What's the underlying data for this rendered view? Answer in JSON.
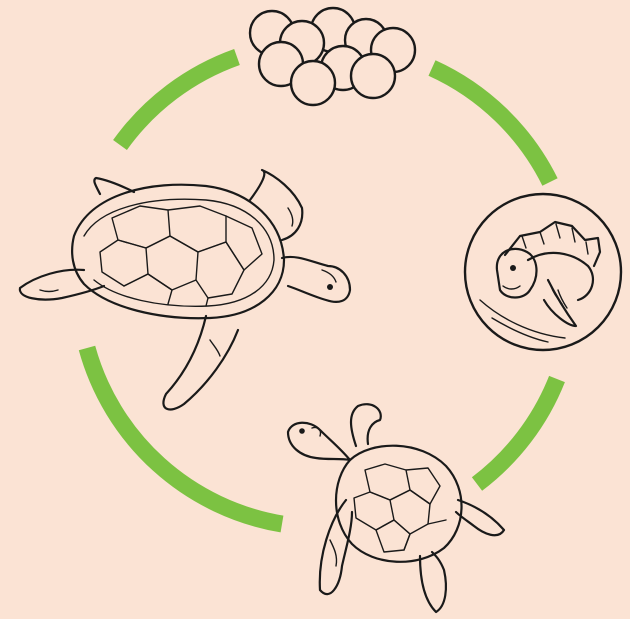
{
  "diagram": {
    "stages": [
      {
        "name": "eggs-stage",
        "icon": "turtle-eggs-icon"
      },
      {
        "name": "hatching-stage",
        "icon": "hatchling-in-egg-icon"
      },
      {
        "name": "juvenile-stage",
        "icon": "young-turtle-icon"
      },
      {
        "name": "adult-stage",
        "icon": "adult-sea-turtle-icon"
      }
    ],
    "colors": {
      "background": "#fbe3d4",
      "cycle_arrows": "#7cc242",
      "line_art": "#1a1a1a"
    }
  }
}
